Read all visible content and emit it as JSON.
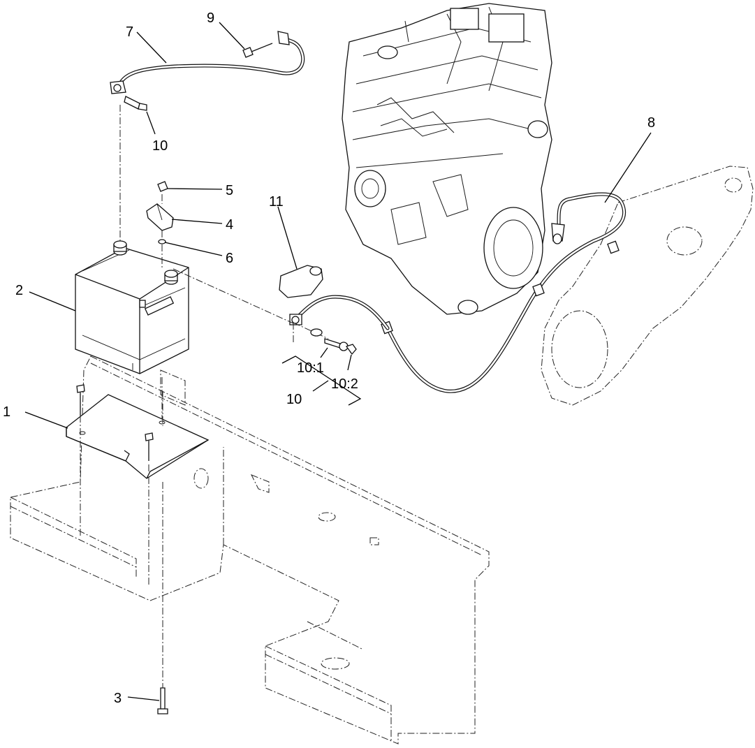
{
  "callouts": [
    {
      "id": "c1",
      "label": "1"
    },
    {
      "id": "c2",
      "label": "2"
    },
    {
      "id": "c3",
      "label": "3"
    },
    {
      "id": "c4",
      "label": "4"
    },
    {
      "id": "c5",
      "label": "5"
    },
    {
      "id": "c6",
      "label": "6"
    },
    {
      "id": "c7",
      "label": "7"
    },
    {
      "id": "c8",
      "label": "8"
    },
    {
      "id": "c9",
      "label": "9"
    },
    {
      "id": "c10a",
      "label": "10"
    },
    {
      "id": "c10b",
      "label": "10"
    },
    {
      "id": "c10_1",
      "label": "10:1"
    },
    {
      "id": "c10_2",
      "label": "10:2"
    },
    {
      "id": "c11",
      "label": "11"
    }
  ]
}
